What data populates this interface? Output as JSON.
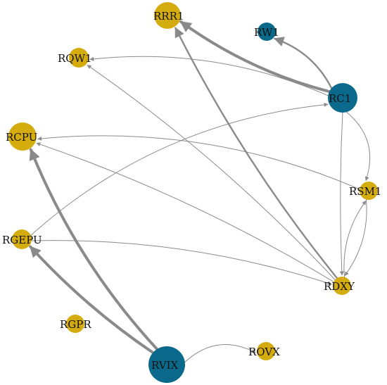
{
  "colors": {
    "yellow_node": "#d4ac0d",
    "blue_node": "#0b6a8b",
    "edge": "#8a8a8a",
    "background": "#ffffff"
  },
  "nodes": [
    {
      "id": "RRR1",
      "label": "RRR1",
      "color": "yellow"
    },
    {
      "id": "RW1",
      "label": "RW1",
      "color": "blue"
    },
    {
      "id": "RQW1",
      "label": "RQW1",
      "color": "yellow"
    },
    {
      "id": "RC1",
      "label": "RC1",
      "color": "blue"
    },
    {
      "id": "RCPU",
      "label": "RCPU",
      "color": "yellow"
    },
    {
      "id": "RSM1",
      "label": "RSM1",
      "color": "yellow"
    },
    {
      "id": "RGEPU",
      "label": "RGEPU",
      "color": "yellow"
    },
    {
      "id": "RDXY",
      "label": "RDXY",
      "color": "yellow"
    },
    {
      "id": "RGPR",
      "label": "RGPR",
      "color": "yellow"
    },
    {
      "id": "ROVX",
      "label": "ROVX",
      "color": "yellow"
    },
    {
      "id": "RVIX",
      "label": "RVIX",
      "color": "blue"
    }
  ],
  "edges": [
    {
      "from": "RC1",
      "to": "RRR1",
      "weight": "heavy"
    },
    {
      "from": "RC1",
      "to": "RW1",
      "weight": "medium"
    },
    {
      "from": "RC1",
      "to": "RQW1",
      "weight": "light"
    },
    {
      "from": "RC1",
      "to": "RSM1",
      "weight": "light"
    },
    {
      "from": "RC1",
      "to": "RDXY",
      "weight": "light"
    },
    {
      "from": "RDXY",
      "to": "RRR1",
      "weight": "medium"
    },
    {
      "from": "RDXY",
      "to": "RSM1",
      "weight": "light"
    },
    {
      "from": "RSM1",
      "to": "RDXY",
      "weight": "light"
    },
    {
      "from": "RSM1",
      "to": "RCPU",
      "weight": "light"
    },
    {
      "from": "RDXY",
      "to": "RQW1",
      "weight": "light"
    },
    {
      "from": "RDXY",
      "to": "RCPU",
      "weight": "light"
    },
    {
      "from": "RGEPU",
      "to": "RC1",
      "weight": "light"
    },
    {
      "from": "RGEPU",
      "to": "RDXY",
      "weight": "light"
    },
    {
      "from": "RVIX",
      "to": "RCPU",
      "weight": "heavy"
    },
    {
      "from": "RVIX",
      "to": "RGEPU",
      "weight": "heavy"
    },
    {
      "from": "RVIX",
      "to": "ROVX",
      "weight": "light"
    }
  ]
}
